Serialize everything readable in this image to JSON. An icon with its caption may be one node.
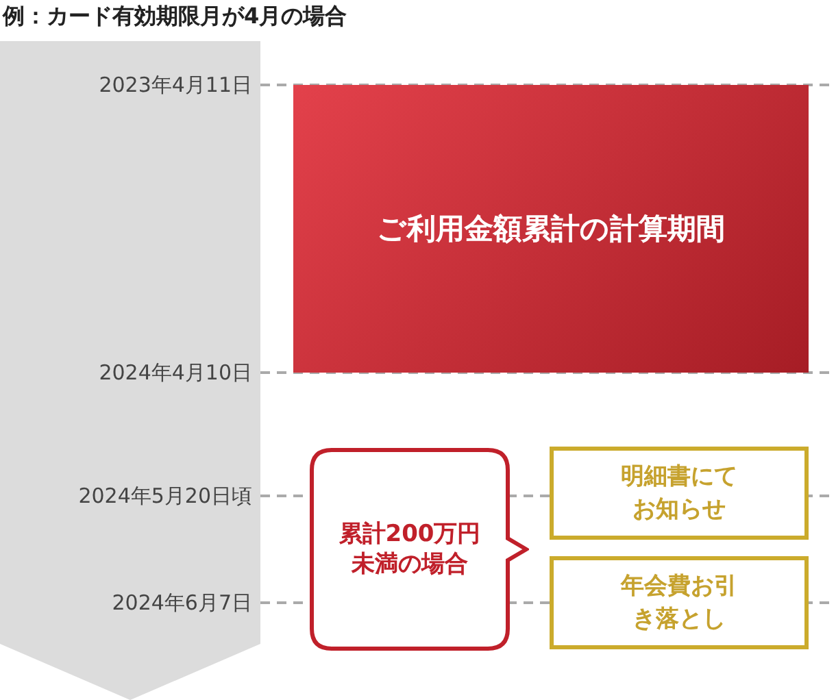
{
  "diagram": {
    "title": "例：カード有効期限月が4月の場合",
    "nodes": [
      {
        "text": [
          "ご利用金額累計の計算期間"
        ]
      },
      {
        "text": [
          "累計200万円未満の場合"
        ]
      },
      {
        "text": [
          "明細書にてお知らせ"
        ]
      },
      {
        "text": [
          "年会費お引き落とし"
        ]
      }
    ],
    "labels": [
      "2023年4月11日",
      "2024年4月10日",
      "2024年5月20日頃",
      "2024年6月7日"
    ]
  }
}
